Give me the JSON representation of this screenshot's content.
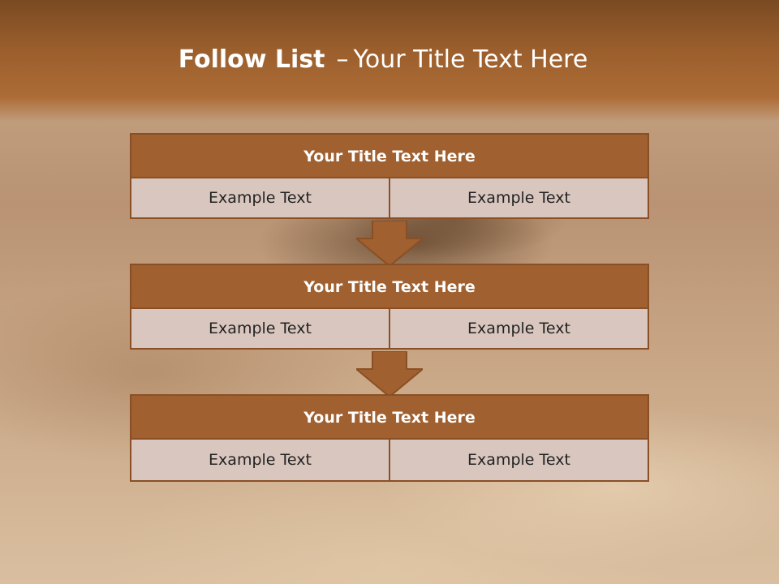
{
  "slide": {
    "title_bold": "Follow List",
    "title_separator": "–",
    "title_rest": "Your Title Text Here"
  },
  "steps": [
    {
      "title": "Your Title Text Here",
      "cells": [
        "Example Text",
        "Example Text"
      ]
    },
    {
      "title": "Your Title Text Here",
      "cells": [
        "Example Text",
        "Example Text"
      ]
    },
    {
      "title": "Your Title Text Here",
      "cells": [
        "Example Text",
        "Example Text"
      ]
    }
  ],
  "colors": {
    "accent": "#a0602f",
    "accent_border": "#8a4f25",
    "cell_fill": "#d9c7bf",
    "title_text": "#ffffff"
  },
  "icons": [
    "down-arrow-icon"
  ]
}
